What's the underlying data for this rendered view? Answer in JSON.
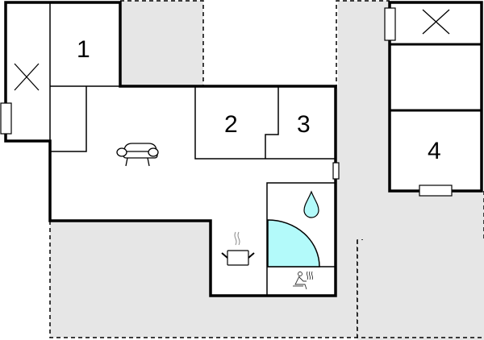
{
  "floorplan": {
    "colors": {
      "wall": "#000000",
      "outdoor": "#e6e6e6",
      "water": "#b3fafa",
      "background": "#ffffff"
    },
    "rooms": [
      {
        "label": "1",
        "type": "bedroom"
      },
      {
        "label": "2",
        "type": "bedroom"
      },
      {
        "label": "3",
        "type": "bedroom"
      },
      {
        "label": "4",
        "type": "bedroom"
      }
    ],
    "icons": [
      {
        "name": "sofa-icon",
        "meaning": "living room"
      },
      {
        "name": "cooking-pot-icon",
        "meaning": "kitchen"
      },
      {
        "name": "water-drop-icon",
        "meaning": "bathroom"
      },
      {
        "name": "shower-quarter-circle-icon",
        "meaning": "shower"
      },
      {
        "name": "sauna-icon",
        "meaning": "sauna"
      },
      {
        "name": "cross-icon",
        "meaning": "storage/technical room"
      }
    ]
  }
}
